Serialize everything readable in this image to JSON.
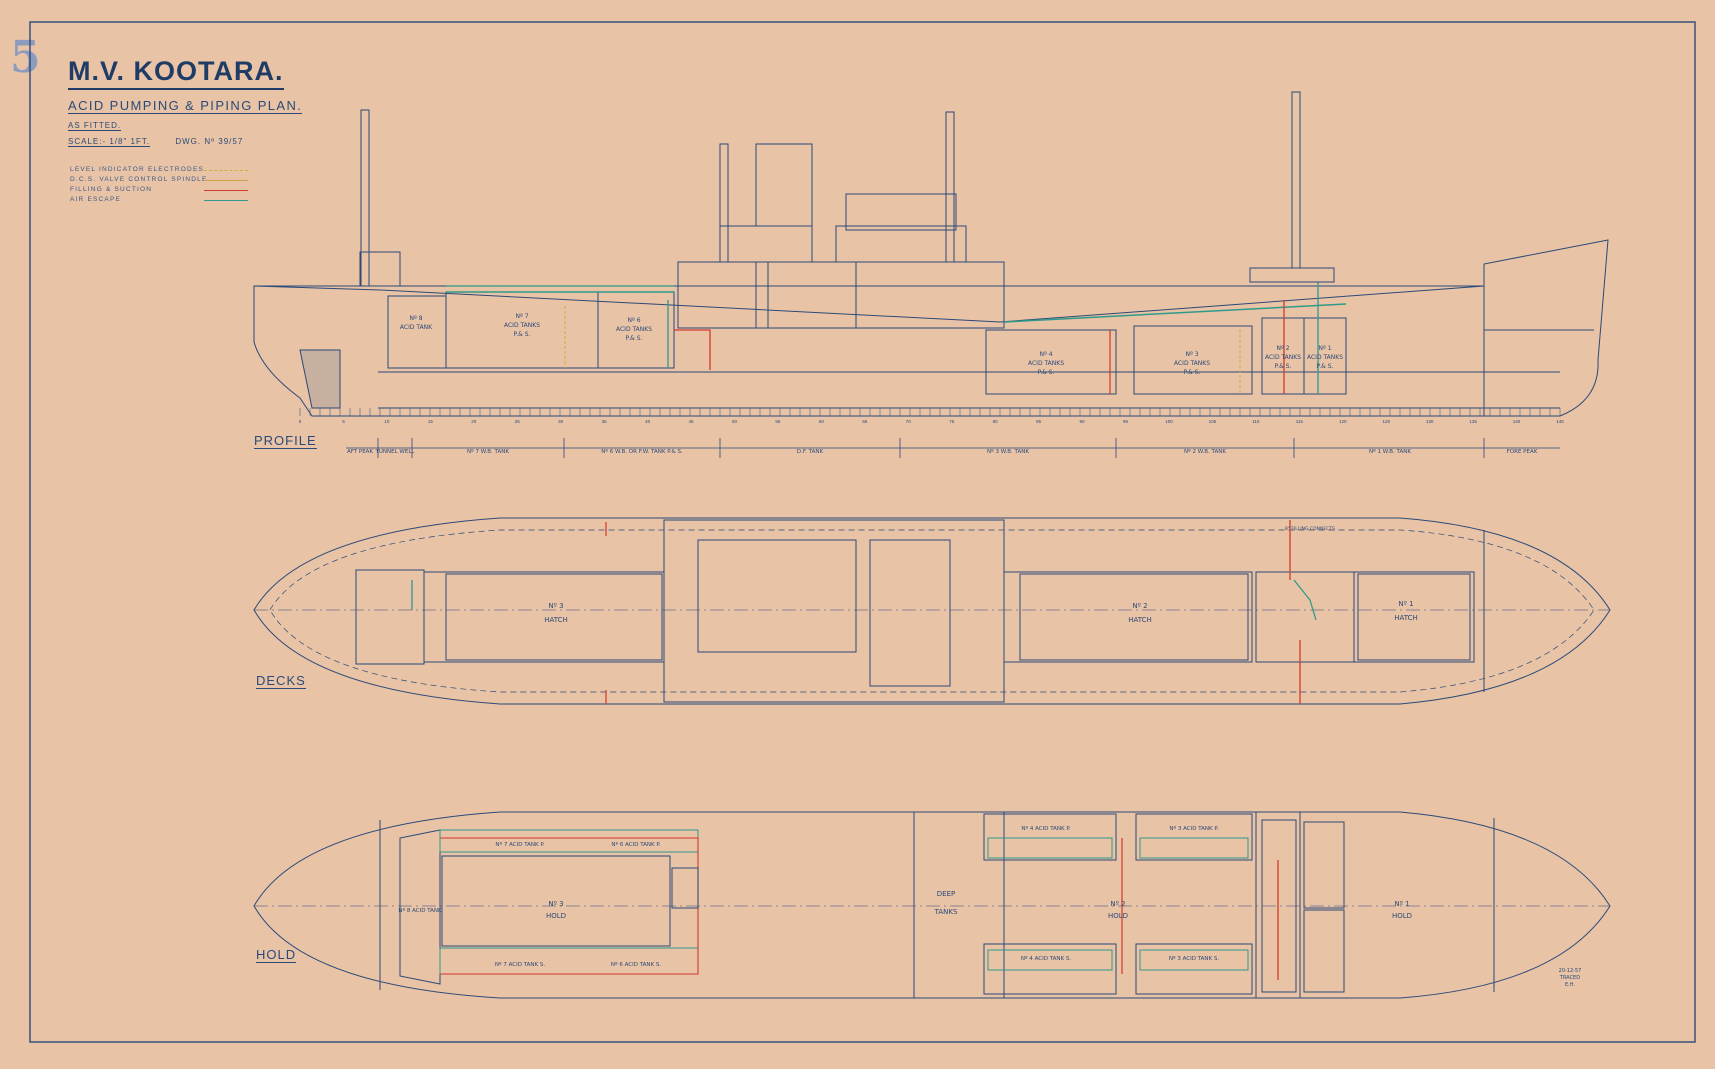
{
  "title_block": {
    "sheet_stamp": "5",
    "ship_name": "M.V. KOOTARA.",
    "plan_title": "ACID PUMPING & PIPING PLAN.",
    "as_fitted": "AS FITTED.",
    "scale": "SCALE:- 1/8\" 1FT.",
    "drawing_no": "DWG. Nº 39/57"
  },
  "legend": [
    {
      "label": "LEVEL INDICATOR ELECTRODES",
      "color": "#c9b23a"
    },
    {
      "label": "D.C.S. VALVE CONTROL SPINDLE",
      "color": "#c9a24a"
    },
    {
      "label": "FILLING & SUCTION",
      "color": "#d23a2a"
    },
    {
      "label": "AIR ESCAPE",
      "color": "#2f9a8a"
    }
  ],
  "views": {
    "profile": "PROFILE",
    "decks": "DECKS",
    "hold": "HOLD"
  },
  "profile_tanks": {
    "t8": [
      "Nº 8",
      "ACID TANK"
    ],
    "t7": [
      "Nº 7",
      "ACID TANKS",
      "P.& S."
    ],
    "t6": [
      "Nº 6",
      "ACID TANKS",
      "P.& S."
    ],
    "t4": [
      "Nº 4",
      "ACID TANKS",
      "P.& S."
    ],
    "t3": [
      "Nº 3",
      "ACID TANKS",
      "P.& S."
    ],
    "t2": [
      "Nº 2",
      "ACID TANKS",
      "P.& S."
    ],
    "t1": [
      "Nº 1",
      "ACID TANKS",
      "P.& S."
    ]
  },
  "double_bottom": [
    "AFT PEAK",
    "TUNNEL WELL",
    "Nº 7 W.B. TANK",
    "Nº 6 W.B. OR F.W. TANK P.& S.",
    "D.F. TANK",
    "Nº 3 W.B. TANK",
    "Nº 2 W.B. TANK",
    "Nº 1 W.B. TANK",
    "FORE PEAK"
  ],
  "decks": {
    "no3": [
      "Nº 3",
      "HATCH"
    ],
    "no2": [
      "Nº 2",
      "HATCH"
    ],
    "no1": [
      "Nº 1",
      "HATCH"
    ],
    "filling_note": "8\" FILLING CONNECTS"
  },
  "hold": {
    "no3": [
      "Nº 3",
      "HOLD"
    ],
    "no2": [
      "Nº 2",
      "HOLD"
    ],
    "no1": [
      "Nº 1",
      "HOLD"
    ],
    "deep": [
      "DEEP",
      "TANKS"
    ],
    "tanks": [
      "Nº 7 ACID TANK P.",
      "Nº 6 ACID TANK P.",
      "Nº 7 ACID TANK S.",
      "Nº 6 ACID TANK S.",
      "Nº 4 ACID TANK P.",
      "Nº 3 ACID TANK P.",
      "Nº 4 ACID TANK S.",
      "Nº 3 ACID TANK S.",
      "Nº 8 ACID TANK"
    ],
    "signature": [
      "20-12-57",
      "TRACED",
      "E.H."
    ]
  },
  "frame_numbers": [
    "0",
    "5",
    "10",
    "15",
    "20",
    "25",
    "30",
    "35",
    "40",
    "45",
    "50",
    "55",
    "60",
    "65",
    "70",
    "75",
    "80",
    "85",
    "90",
    "95",
    "100",
    "105",
    "110",
    "115",
    "120",
    "125",
    "130",
    "135",
    "140",
    "145"
  ],
  "colors": {
    "paper": "#e8c3a6",
    "ink": "#2b4a78",
    "red_pipe": "#d23a2a",
    "green_pipe": "#2f9a8a",
    "yellow": "#c9b23a"
  }
}
